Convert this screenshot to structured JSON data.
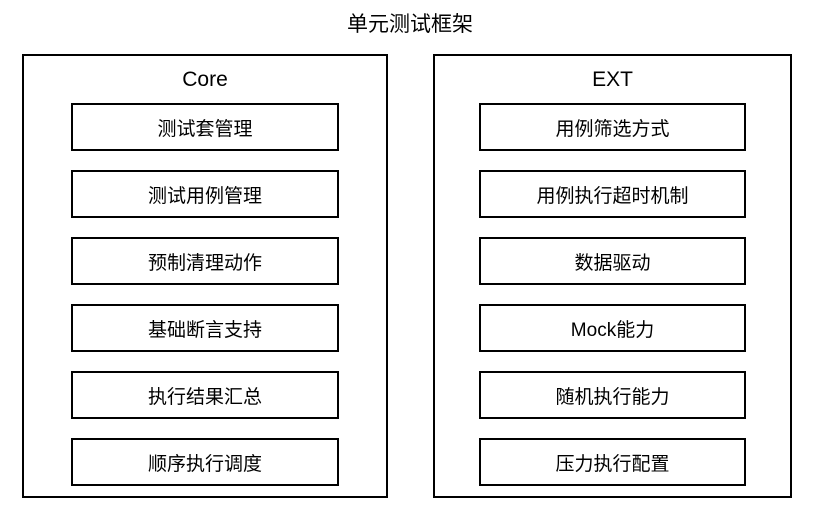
{
  "title": "单元测试框架",
  "panels": [
    {
      "label": "Core",
      "items": [
        "测试套管理",
        "测试用例管理",
        "预制清理动作",
        "基础断言支持",
        "执行结果汇总",
        "顺序执行调度"
      ]
    },
    {
      "label": "EXT",
      "items": [
        "用例筛选方式",
        "用例执行超时机制",
        "数据驱动",
        "Mock能力",
        "随机执行能力",
        "压力执行配置"
      ]
    }
  ],
  "colors": {
    "border": "#000000",
    "background": "#ffffff",
    "text": "#000000"
  }
}
